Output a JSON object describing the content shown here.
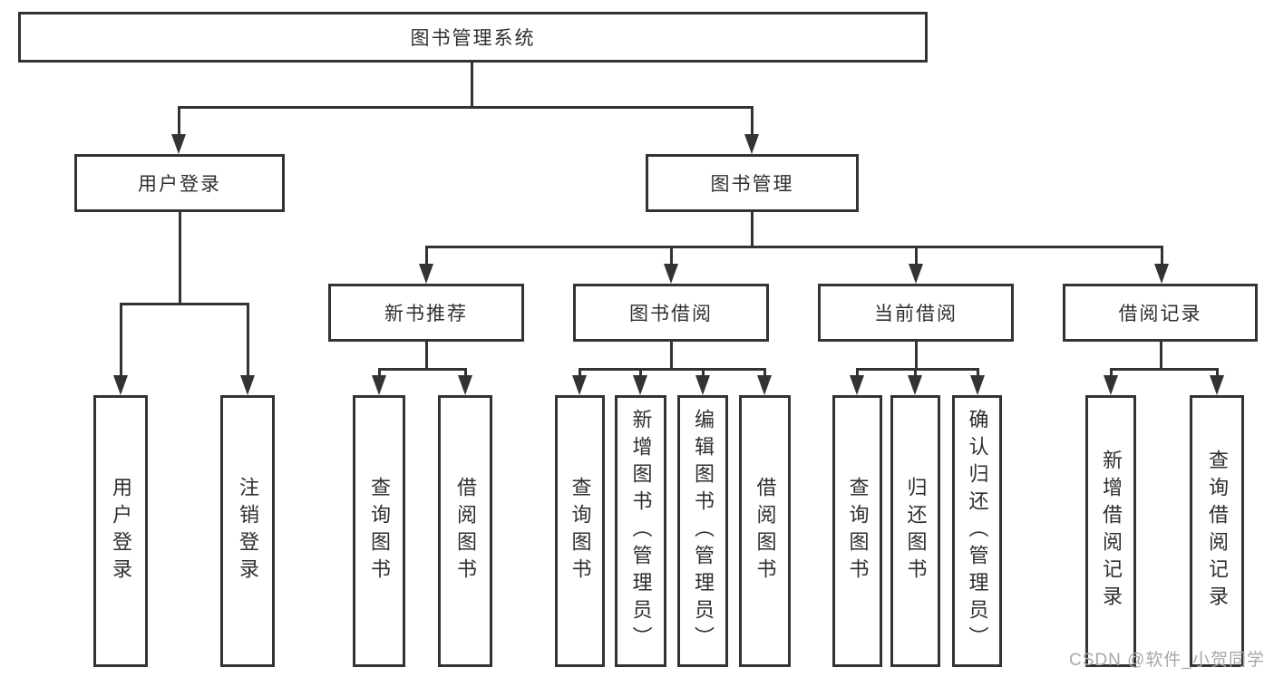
{
  "tree": {
    "label": "图书管理系统",
    "children": [
      {
        "label": "用户登录",
        "children": [
          {
            "label": "用户登录"
          },
          {
            "label": "注销登录"
          }
        ]
      },
      {
        "label": "图书管理",
        "children": [
          {
            "label": "新书推荐",
            "children": [
              {
                "label": "查询图书"
              },
              {
                "label": "借阅图书"
              }
            ]
          },
          {
            "label": "图书借阅",
            "children": [
              {
                "label": "查询图书"
              },
              {
                "label": "新增图书（管理员）"
              },
              {
                "label": "编辑图书（管理员）"
              },
              {
                "label": "借阅图书"
              }
            ]
          },
          {
            "label": "当前借阅",
            "children": [
              {
                "label": "查询图书"
              },
              {
                "label": "归还图书"
              },
              {
                "label": "确认归还（管理员）"
              }
            ]
          },
          {
            "label": "借阅记录",
            "children": [
              {
                "label": "新增借阅记录"
              },
              {
                "label": "查询借阅记录"
              }
            ]
          }
        ]
      }
    ]
  },
  "watermark": {
    "text": "CSDN @软件_小贺同学"
  },
  "colors": {
    "line": "#333333",
    "box_border": "#333333",
    "box_background": "#ffffff",
    "text": "#2f2f2f",
    "watermark": "#a8a8a8"
  }
}
